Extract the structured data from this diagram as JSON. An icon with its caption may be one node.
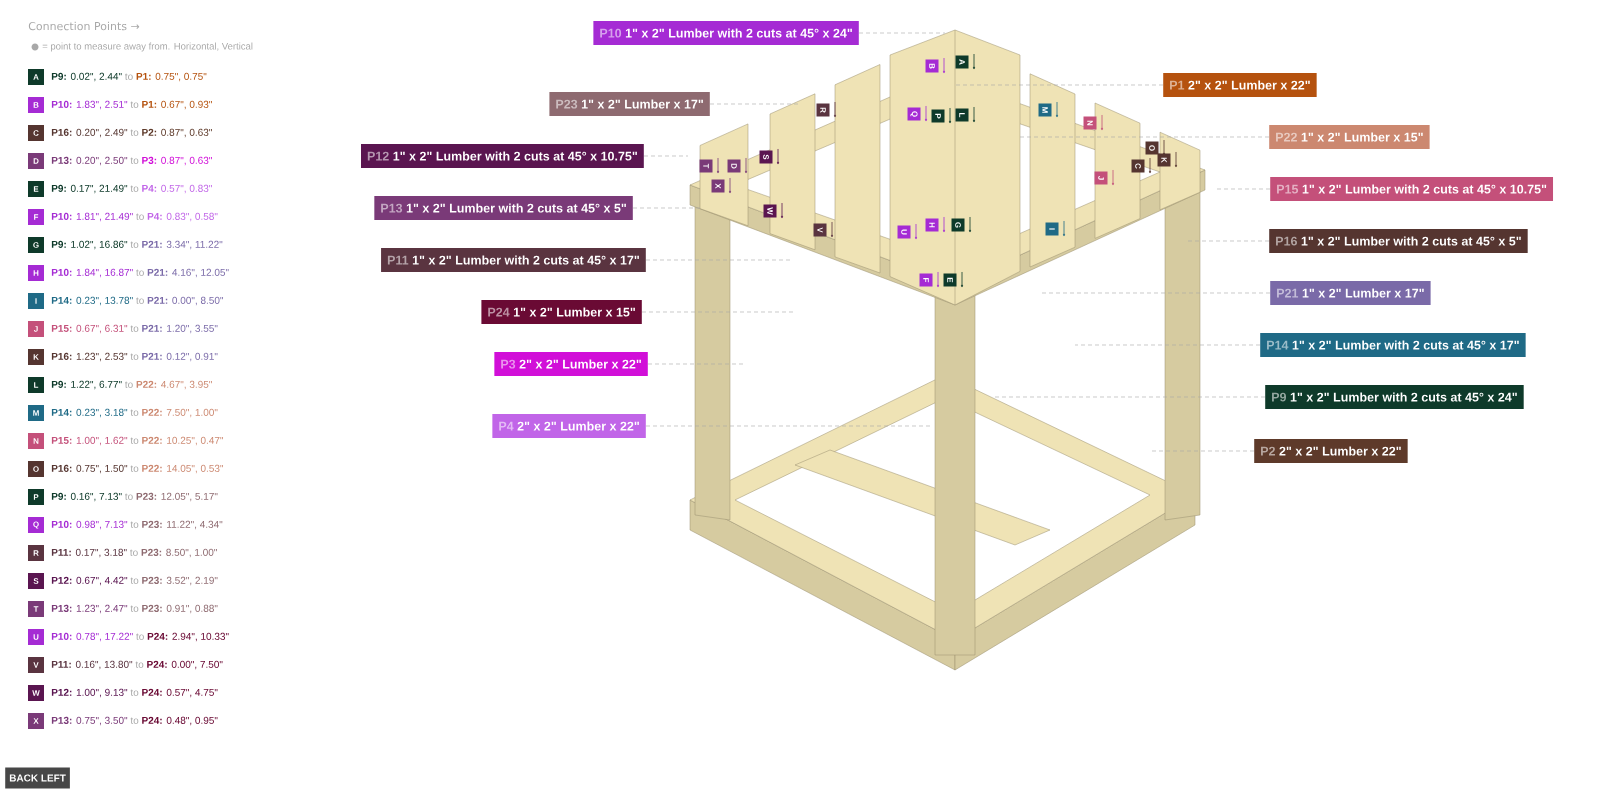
{
  "diagram": {
    "title": "Connection Points →",
    "nodes": [
      {
        "text": [
          "A"
        ],
        "beside": [
          "P9:",
          "0.02\", 2.44\"",
          "to",
          "P1:",
          "0.75\", 0.75\""
        ]
      },
      {
        "text": [
          "B"
        ],
        "beside": [
          "P10:",
          "1.83\", 2.51\"",
          "to",
          "P1:",
          "0.67\", 0.93\""
        ]
      },
      {
        "text": [
          "C"
        ],
        "beside": [
          "P16:",
          "0.20\", 2.49\"",
          "to",
          "P2:",
          "0.87\", 0.63\""
        ]
      },
      {
        "text": [
          "D"
        ],
        "beside": [
          "P13:",
          "0.20\", 2.50\"",
          "to",
          "P3:",
          "0.87\", 0.63\""
        ]
      },
      {
        "text": [
          "E"
        ],
        "beside": [
          "P9:",
          "0.17\", 21.49\"",
          "to",
          "P4:",
          "0.57\", 0.83\""
        ]
      },
      {
        "text": [
          "F"
        ],
        "beside": [
          "P10:",
          "1.81\", 21.49\"",
          "to",
          "P4:",
          "0.83\", 0.58\""
        ]
      },
      {
        "text": [
          "G"
        ],
        "beside": [
          "P9:",
          "1.02\", 16.86\"",
          "to",
          "P21:",
          "3.34\", 11.22\""
        ]
      },
      {
        "text": [
          "H"
        ],
        "beside": [
          "P10:",
          "1.84\", 16.87\"",
          "to",
          "P21:",
          "4.16\", 12.05\""
        ]
      },
      {
        "text": [
          "I"
        ],
        "beside": [
          "P14:",
          "0.23\", 13.78\"",
          "to",
          "P21:",
          "0.00\", 8.50\""
        ]
      },
      {
        "text": [
          "J"
        ],
        "beside": [
          "P15:",
          "0.67\", 6.31\"",
          "to",
          "P21:",
          "1.20\", 3.55\""
        ]
      },
      {
        "text": [
          "K"
        ],
        "beside": [
          "P16:",
          "1.23\", 2.53\"",
          "to",
          "P21:",
          "0.12\", 0.91\""
        ]
      },
      {
        "text": [
          "L"
        ],
        "beside": [
          "P9:",
          "1.22\", 6.77\"",
          "to",
          "P22:",
          "4.67\", 3.95\""
        ]
      },
      {
        "text": [
          "M"
        ],
        "beside": [
          "P14:",
          "0.23\", 3.18\"",
          "to",
          "P22:",
          "7.50\", 1.00\""
        ]
      },
      {
        "text": [
          "N"
        ],
        "beside": [
          "P15:",
          "1.00\", 1.62\"",
          "to",
          "P22:",
          "10.25\", 0.47\""
        ]
      },
      {
        "text": [
          "O"
        ],
        "beside": [
          "P16:",
          "0.75\", 1.50\"",
          "to",
          "P22:",
          "14.05\", 0.53\""
        ]
      },
      {
        "text": [
          "P"
        ],
        "beside": [
          "P9:",
          "0.16\", 7.13\"",
          "to",
          "P23:",
          "12.05\", 5.17\""
        ]
      },
      {
        "text": [
          "Q"
        ],
        "beside": [
          "P10:",
          "0.98\", 7.13\"",
          "to",
          "P23:",
          "11.22\", 4.34\""
        ]
      },
      {
        "text": [
          "R"
        ],
        "beside": [
          "P11:",
          "0.17\", 3.18\"",
          "to",
          "P23:",
          "8.50\", 1.00\""
        ]
      },
      {
        "text": [
          "S"
        ],
        "beside": [
          "P12:",
          "0.67\", 4.42\"",
          "to",
          "P23:",
          "3.52\", 2.19\""
        ]
      },
      {
        "text": [
          "T"
        ],
        "beside": [
          "P13:",
          "1.23\", 2.47\"",
          "to",
          "P23:",
          "0.91\", 0.88\""
        ]
      },
      {
        "text": [
          "U"
        ],
        "beside": [
          "P10:",
          "0.78\", 17.22\"",
          "to",
          "P24:",
          "2.94\", 10.33\""
        ]
      },
      {
        "text": [
          "V"
        ],
        "beside": [
          "P11:",
          "0.16\", 13.80\"",
          "to",
          "P24:",
          "0.00\", 7.50\""
        ]
      },
      {
        "text": [
          "W"
        ],
        "beside": [
          "P12:",
          "1.00\", 9.13\"",
          "to",
          "P24:",
          "0.57\", 4.75\""
        ]
      },
      {
        "text": [
          "X"
        ],
        "beside": [
          "P13:",
          "0.75\", 3.50\"",
          "to",
          "P24:",
          "0.48\", 0.95\""
        ]
      },
      {
        "text": [
          "P10",
          "1\" x 2\" Lumber with 2 cuts at 45° x 24\""
        ]
      },
      {
        "text": [
          "P1",
          "2\" x 2\" Lumber x 22\""
        ]
      },
      {
        "text": [
          "P23",
          "1\" x 2\" Lumber x 17\""
        ]
      },
      {
        "text": [
          "P22",
          "1\" x 2\" Lumber x 15\""
        ]
      },
      {
        "text": [
          "P12",
          "1\" x 2\" Lumber with 2 cuts at 45° x 10.75\""
        ]
      },
      {
        "text": [
          "P15",
          "1\" x 2\" Lumber with 2 cuts at 45° x 10.75\""
        ]
      },
      {
        "text": [
          "P13",
          "1\" x 2\" Lumber with 2 cuts at 45° x 5\""
        ]
      },
      {
        "text": [
          "P16",
          "1\" x 2\" Lumber with 2 cuts at 45° x 5\""
        ]
      },
      {
        "text": [
          "P11",
          "1\" x 2\" Lumber with 2 cuts at 45° x 17\""
        ]
      },
      {
        "text": [
          "P21",
          "1\" x 2\" Lumber x 17\""
        ]
      },
      {
        "text": [
          "P24",
          "1\" x 2\" Lumber x 15\""
        ]
      },
      {
        "text": [
          "P14",
          "1\" x 2\" Lumber with 2 cuts at 45° x 17\""
        ]
      },
      {
        "text": [
          "P3",
          "2\" x 2\" Lumber x 22\""
        ]
      },
      {
        "text": [
          "P9",
          "1\" x 2\" Lumber with 2 cuts at 45° x 24\""
        ]
      },
      {
        "text": [
          "P4",
          "2\" x 2\" Lumber x 22\""
        ]
      },
      {
        "text": [
          "P2",
          "2\" x 2\" Lumber x 22\""
        ]
      }
    ],
    "edges": [
      {
        "from": 24,
        "to": null,
        "arrow": "none"
      },
      {
        "from": 25,
        "to": null,
        "arrow": "none"
      },
      {
        "from": 26,
        "to": null,
        "arrow": "none"
      },
      {
        "from": 27,
        "to": null,
        "arrow": "none"
      },
      {
        "from": 28,
        "to": null,
        "arrow": "none"
      },
      {
        "from": 29,
        "to": null,
        "arrow": "none"
      },
      {
        "from": 30,
        "to": null,
        "arrow": "none"
      },
      {
        "from": 31,
        "to": null,
        "arrow": "none"
      },
      {
        "from": 32,
        "to": null,
        "arrow": "none"
      },
      {
        "from": 33,
        "to": null,
        "arrow": "none"
      },
      {
        "from": 34,
        "to": null,
        "arrow": "none"
      },
      {
        "from": 35,
        "to": null,
        "arrow": "none"
      },
      {
        "from": 36,
        "to": null,
        "arrow": "none"
      },
      {
        "from": 37,
        "to": null,
        "arrow": "none"
      },
      {
        "from": 38,
        "to": null,
        "arrow": "none"
      },
      {
        "from": 39,
        "to": null,
        "arrow": "none"
      }
    ],
    "labels": [
      "= point to measure away from. Horizontal, Vertical",
      "A",
      "B",
      "C",
      "D",
      "E",
      "F",
      "G",
      "H",
      "I",
      "J",
      "K",
      "L",
      "M",
      "N",
      "O",
      "P",
      "Q",
      "R",
      "S",
      "T",
      "U",
      "V",
      "W",
      "X",
      "BACK LEFT"
    ]
  }
}
